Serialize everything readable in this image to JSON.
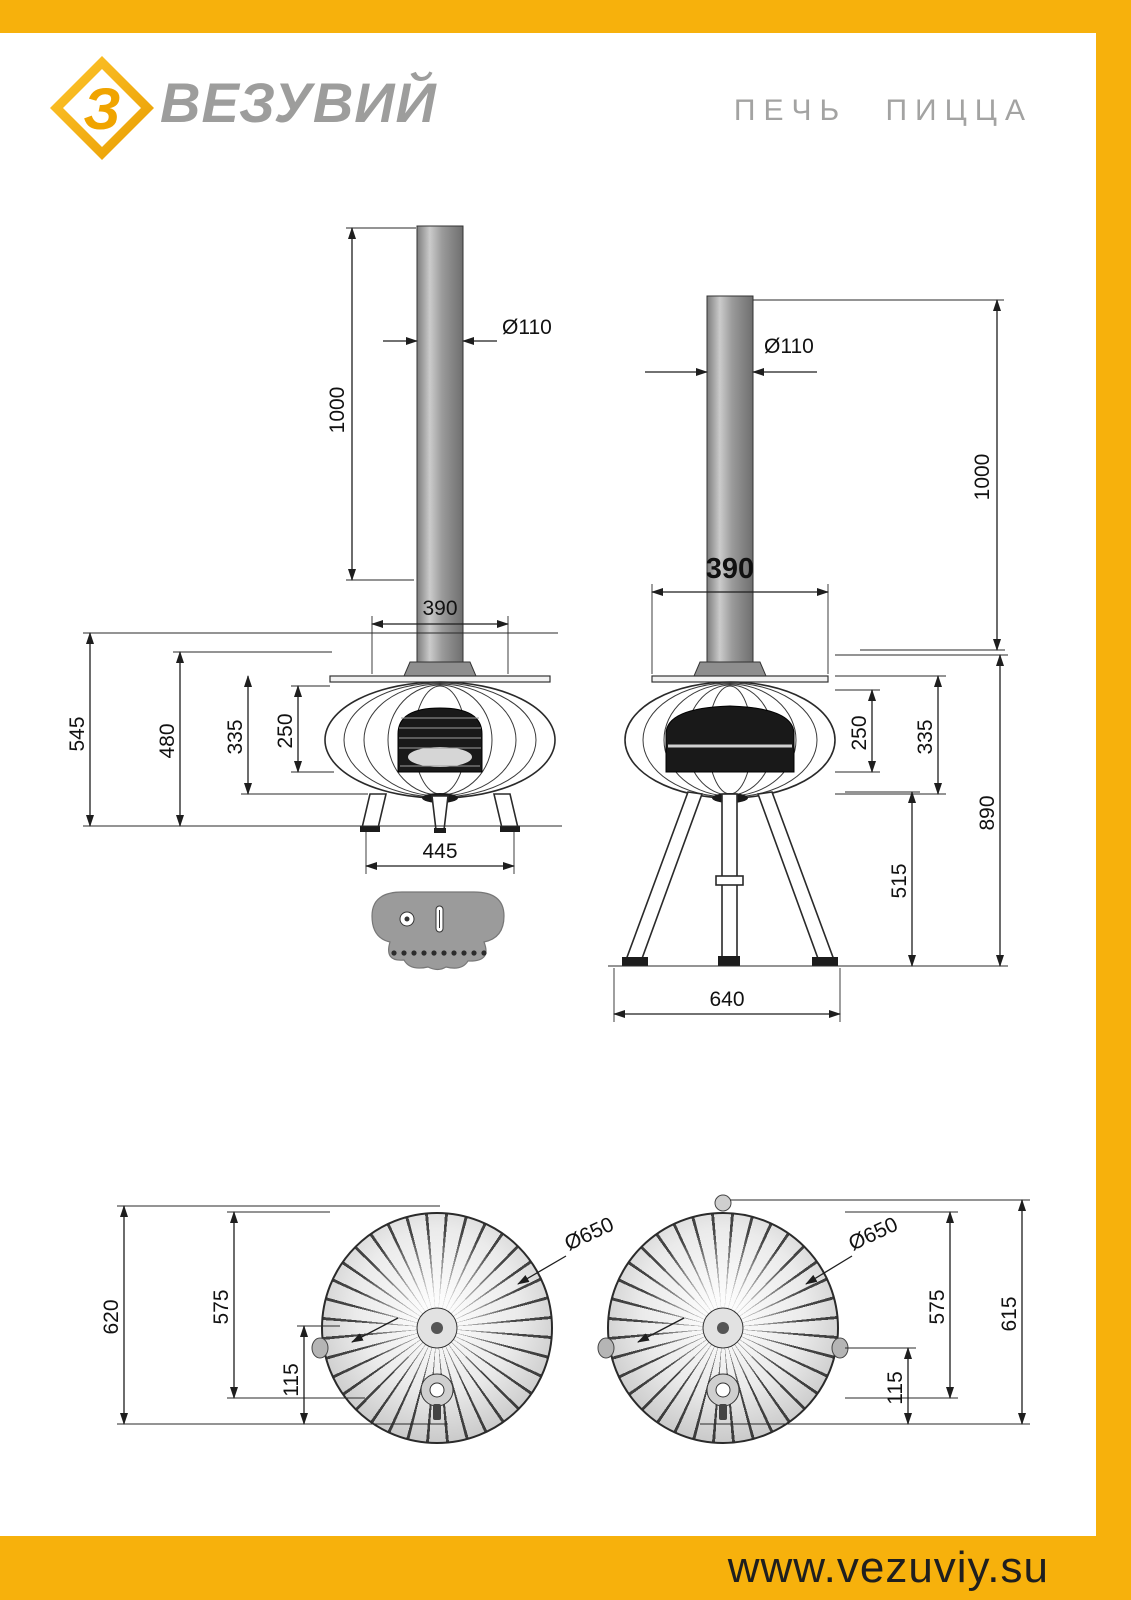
{
  "header": {
    "brand": "ВЕЗУВИЙ",
    "product": "ПЕЧЬ ПИЦЦА",
    "logo_glyph": "З"
  },
  "footer": {
    "website": "www.vezuviy.su"
  },
  "colors": {
    "accent": "#f7b10c",
    "gray_text": "#9d9d9c",
    "line": "#1e1e1e"
  },
  "views": {
    "front": {
      "dims": {
        "d110": "Ø110",
        "h1000": "1000",
        "w390": "390",
        "h545": "545",
        "h480": "480",
        "h335": "335",
        "h250": "250",
        "w445": "445"
      }
    },
    "side": {
      "dims": {
        "d110": "Ø110",
        "h1000": "1000",
        "w390": "390",
        "h250": "250",
        "h335": "335",
        "h515": "515",
        "h890": "890",
        "w640": "640"
      }
    },
    "top_left": {
      "dims": {
        "d650": "Ø650",
        "h620": "620",
        "h575": "575",
        "h115": "115"
      }
    },
    "top_right": {
      "dims": {
        "d650": "Ø650",
        "h575": "575",
        "h115": "115",
        "h615": "615"
      }
    }
  }
}
